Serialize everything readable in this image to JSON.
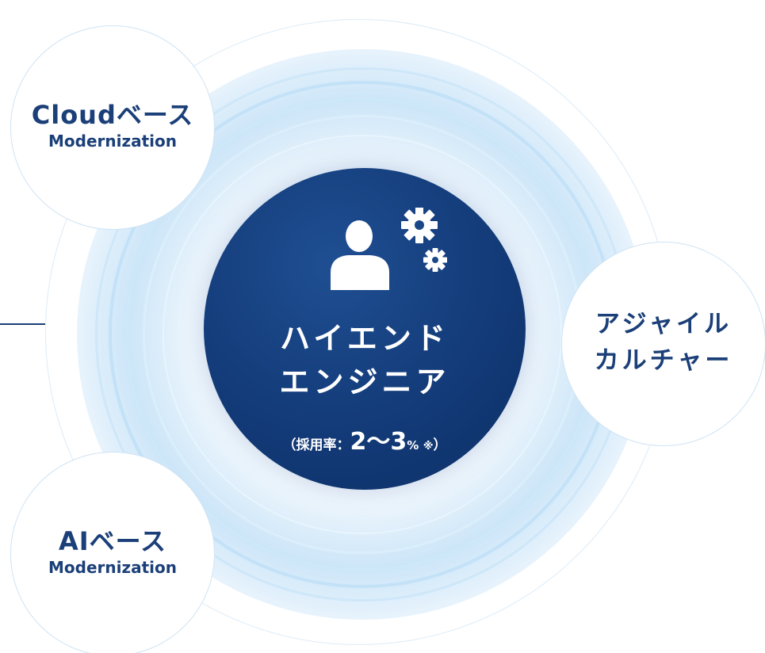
{
  "center": {
    "title_line1": "ハイエンド",
    "title_line2": "エンジニア",
    "rate_open": "（",
    "rate_label": "採用率：",
    "rate_value": "2〜3",
    "rate_unit": "%",
    "rate_note": "※",
    "rate_close": "）",
    "icon": "engineer-with-gears-icon"
  },
  "satellites": [
    {
      "line1": "Cloudベース",
      "line2": "Modernization"
    },
    {
      "line1": "AIベース",
      "line2": "Modernization"
    },
    {
      "line1": "アジャイル",
      "line2": "カルチャー"
    }
  ],
  "colors": {
    "core": "#153e7d",
    "text_dark": "#1b3f78",
    "ring_light": "#cfe3f4",
    "glow": "#c3e1f7"
  }
}
